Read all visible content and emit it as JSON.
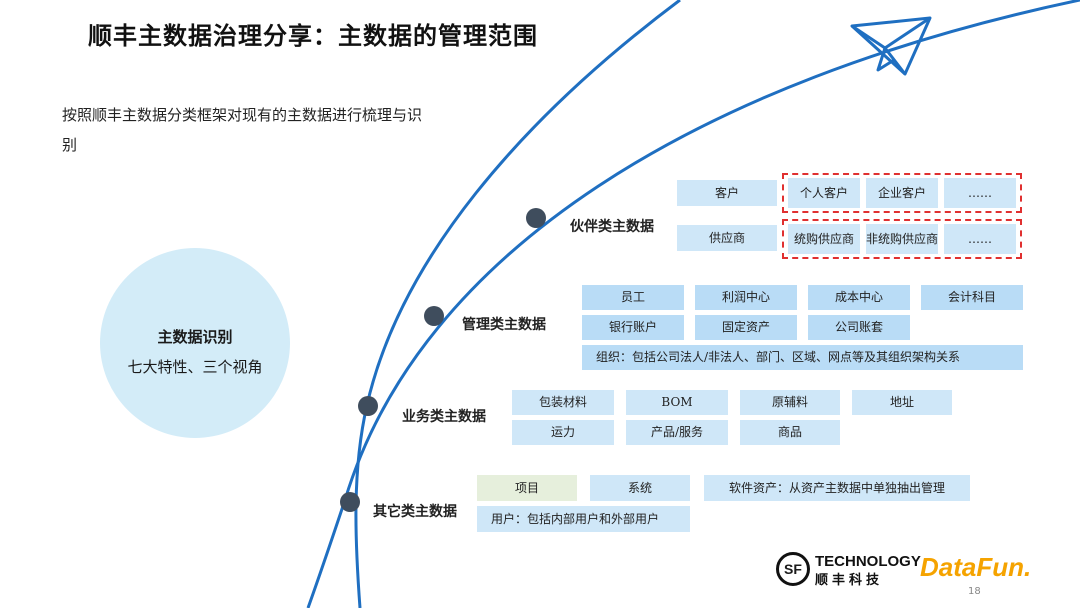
{
  "title": "顺丰主数据治理分享：主数据的管理范围",
  "intro": "按照顺丰主数据分类框架对现有的主数据进行梳理与识别",
  "circle": {
    "title": "主数据识别",
    "subtitle": "七大特性、三个视角"
  },
  "categories": {
    "partner": {
      "label": "伙伴类主数据",
      "customer": {
        "label": "客户",
        "items": [
          "个人客户",
          "企业客户",
          "……"
        ]
      },
      "supplier": {
        "label": "供应商",
        "items": [
          "统购供应商",
          "非统购供应商",
          "……"
        ]
      }
    },
    "management": {
      "label": "管理类主数据",
      "row1": [
        "员工",
        "利润中心",
        "成本中心",
        "会计科目"
      ],
      "row2": [
        "银行账户",
        "固定资产",
        "公司账套"
      ],
      "org": "组织：包括公司法人/非法人、部门、区域、网点等及其组织架构关系"
    },
    "business": {
      "label": "业务类主数据",
      "row1": [
        "包装材料",
        "BOM",
        "原辅料",
        "地址"
      ],
      "row2": [
        "运力",
        "产品/服务",
        "商品"
      ]
    },
    "other": {
      "label": "其它类主数据",
      "project": "项目",
      "system": "系统",
      "software": "软件资产：从资产主数据中单独抽出管理",
      "users": "用户：包括内部用户和外部用户"
    }
  },
  "logos": {
    "sf_mark": "SF",
    "sf_tech": "TECHNOLOGY",
    "sf_cn": "顺丰科技",
    "datafun": "DataFun."
  },
  "page_number": "18",
  "colors": {
    "arc": "#1f6fc1",
    "box": "#cfe7f8",
    "dashed": "#e03030",
    "circle": "#d3ecf8"
  }
}
